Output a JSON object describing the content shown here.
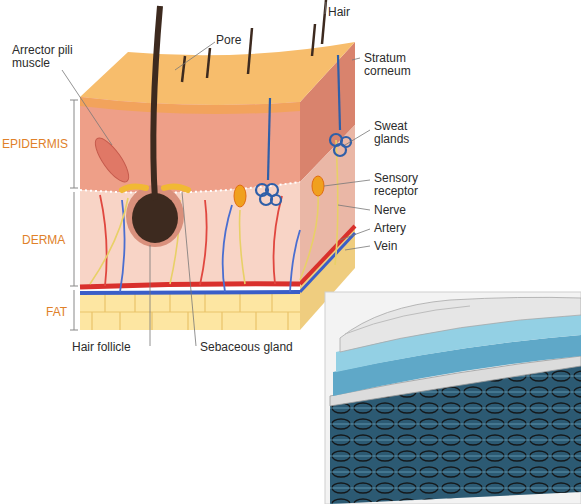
{
  "diagram": {
    "labels": [
      "Hair",
      "Arrector pili muscle",
      "Pore",
      "Stratum corneum",
      "EPIDERMIS",
      "Sweat glands",
      "Sensory receptor",
      "Nerve",
      "DERMA",
      "Artery",
      "Vein",
      "FAT",
      "Hair follicle",
      "Sebaceous gland"
    ]
  }
}
